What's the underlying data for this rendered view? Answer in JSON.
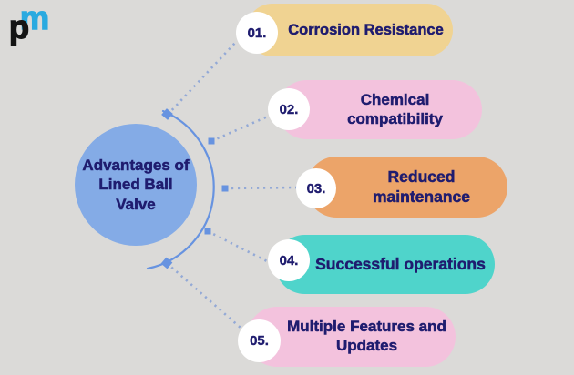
{
  "logo": {
    "top_letter": "m",
    "bottom_letter": "p"
  },
  "center": {
    "title": "Advantages of Lined Ball Valve"
  },
  "items": [
    {
      "number": "01.",
      "label": "Corrosion Resistance",
      "color": "#f0d392"
    },
    {
      "number": "02.",
      "label": "Chemical compatibility",
      "color": "#f3c2dd"
    },
    {
      "number": "03.",
      "label": "Reduced maintenance",
      "color": "#eca469"
    },
    {
      "number": "04.",
      "label": "Successful operations",
      "color": "#4fd4cb"
    },
    {
      "number": "05.",
      "label": "Multiple Features and Updates",
      "color": "#f3c2dd"
    }
  ],
  "colors": {
    "background": "#dbdad8",
    "circle_bg": "#84abe6",
    "text_navy": "#1f1c6f",
    "arc_blue": "#6793e0",
    "dot_blue": "#93a9d6",
    "logo_blue": "#2aaae0",
    "logo_black": "#141414",
    "badge_bg": "#ffffff"
  }
}
